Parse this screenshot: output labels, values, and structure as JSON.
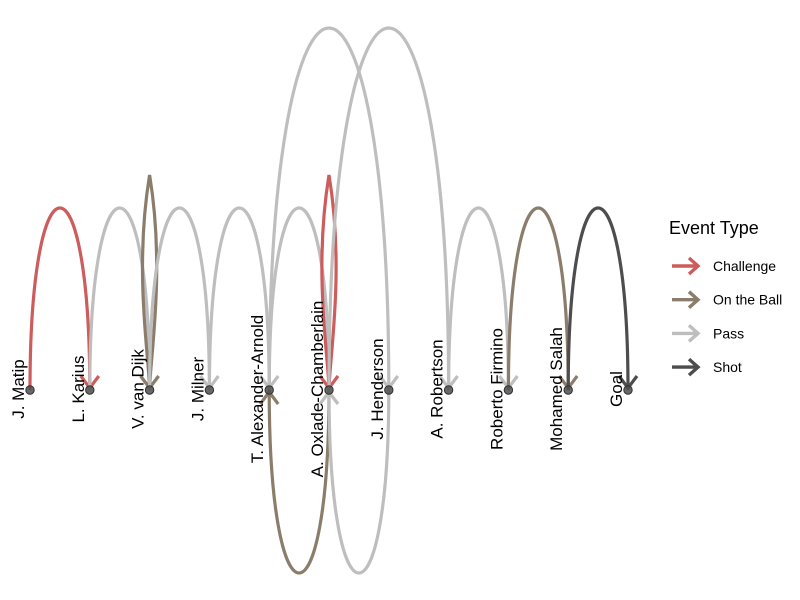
{
  "nodes": [
    "J. Matip",
    "L. Karius",
    "V. van Dijk",
    "J. Milner",
    "T. Alexander-Arnold",
    "A. Oxlade-Chamberlain",
    "J. Henderson",
    "A. Robertson",
    "Roberto Firmino",
    "Mohamed Salah",
    "Goal"
  ],
  "edges": [
    {
      "from": 0,
      "to": 1,
      "type": "Challenge",
      "side": "above",
      "height": 1
    },
    {
      "from": 1,
      "to": 2,
      "type": "Pass",
      "side": "above",
      "height": 1
    },
    {
      "from": 2,
      "to": 2,
      "type": "On the Ball",
      "side": "above",
      "height": 1
    },
    {
      "from": 2,
      "to": 3,
      "type": "Pass",
      "side": "above",
      "height": 1
    },
    {
      "from": 3,
      "to": 4,
      "type": "Pass",
      "side": "above",
      "height": 1
    },
    {
      "from": 4,
      "to": 5,
      "type": "Pass",
      "side": "above",
      "height": 1
    },
    {
      "from": 4,
      "to": 6,
      "type": "Pass",
      "side": "above",
      "height": 2
    },
    {
      "from": 5,
      "to": 4,
      "type": "On the Ball",
      "side": "below",
      "height": 2
    },
    {
      "from": 5,
      "to": 5,
      "type": "Challenge",
      "side": "above",
      "height": 1
    },
    {
      "from": 5,
      "to": 7,
      "type": "Pass",
      "side": "above",
      "height": 2
    },
    {
      "from": 6,
      "to": 5,
      "type": "Pass",
      "side": "below",
      "height": 2
    },
    {
      "from": 7,
      "to": 8,
      "type": "Pass",
      "side": "above",
      "height": 1
    },
    {
      "from": 8,
      "to": 9,
      "type": "On the Ball",
      "side": "above",
      "height": 1
    },
    {
      "from": 9,
      "to": 10,
      "type": "Shot",
      "side": "above",
      "height": 1
    }
  ],
  "legend": {
    "title": "Event Type",
    "items": [
      {
        "label": "Challenge",
        "color": "#cd5c5c"
      },
      {
        "label": "On the Ball",
        "color": "#8b7d6b"
      },
      {
        "label": "Pass",
        "color": "#bebebe"
      },
      {
        "label": "Shot",
        "color": "#4d4d4d"
      }
    ]
  },
  "colors": {
    "Challenge": "#cd5c5c",
    "On the Ball": "#8b7d6b",
    "Pass": "#bebebe",
    "Shot": "#4d4d4d",
    "node": "#4d4d4d"
  }
}
